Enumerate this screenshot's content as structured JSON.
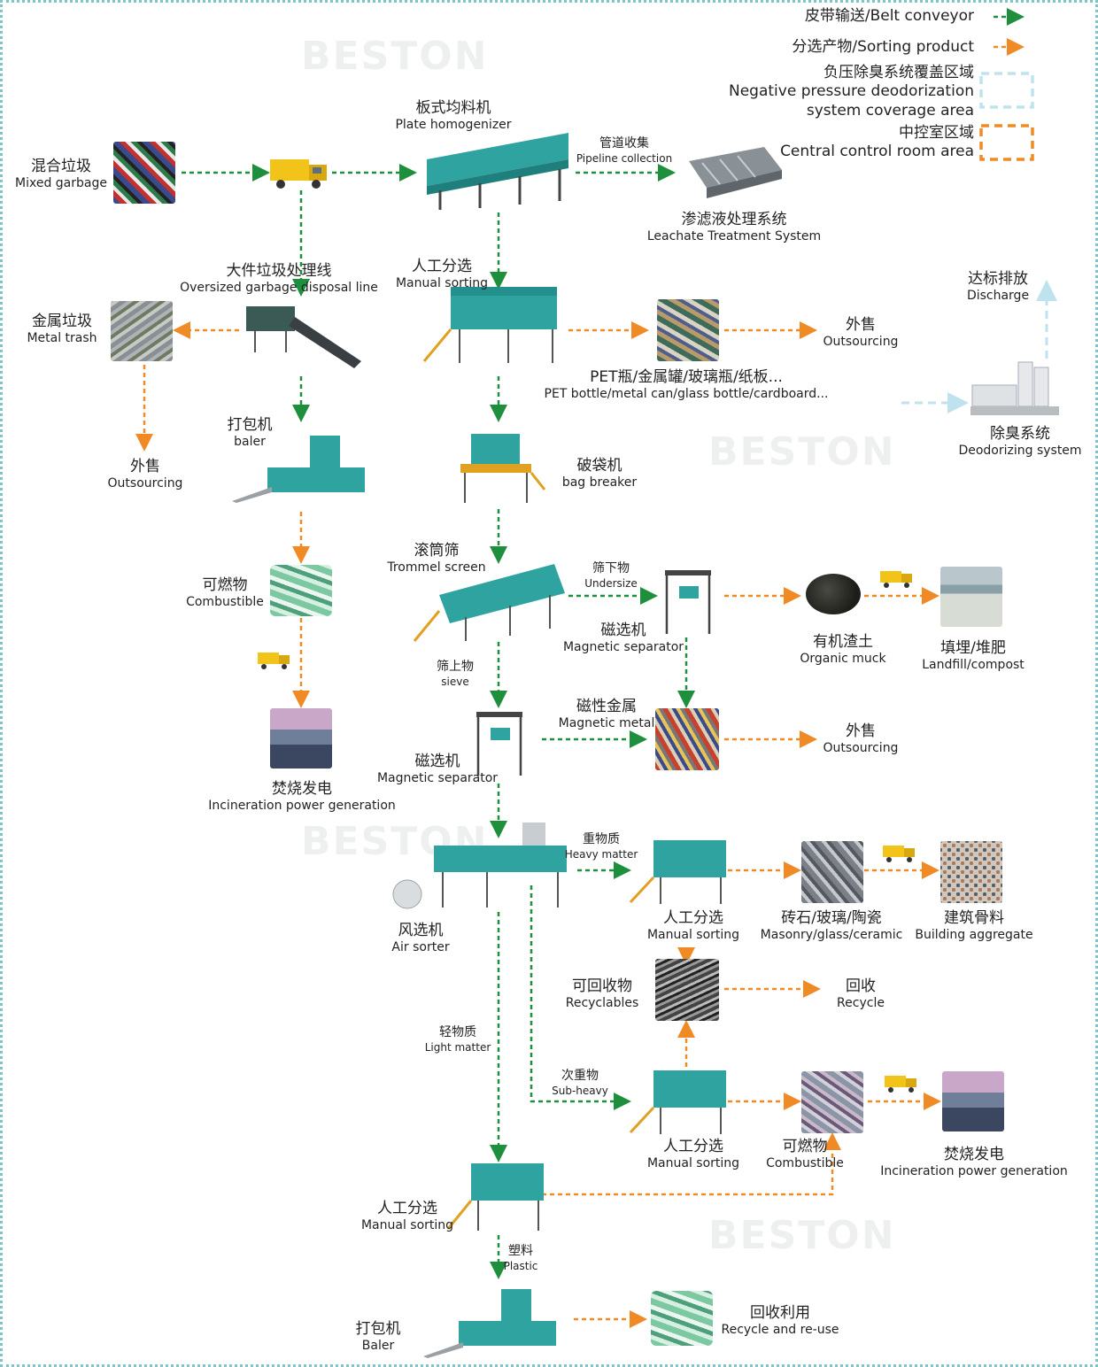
{
  "legend": {
    "belt": "皮带输送/Belt conveyor",
    "sorting": "分选产物/Sorting product",
    "negative_zh": "负压除臭系统覆盖区域",
    "negative_en1": "Negative pressure deodorization",
    "negative_en2": "system coverage area",
    "control_zh": "中控室区域",
    "control_en": "Central control room area"
  },
  "watermark": "BESTON",
  "nodes": {
    "mixed_garbage": {
      "zh": "混合垃圾",
      "en": "Mixed garbage"
    },
    "plate_homogenizer": {
      "zh": "板式均料机",
      "en": "Plate homogenizer"
    },
    "pipeline": {
      "zh": "管道收集",
      "en": "Pipeline collection"
    },
    "leachate": {
      "zh": "渗滤液处理系统",
      "en": "Leachate Treatment System"
    },
    "oversized": {
      "zh": "大件垃圾处理线",
      "en": "Oversized garbage disposal line"
    },
    "manual1": {
      "zh": "人工分选",
      "en": "Manual sorting"
    },
    "metal_trash": {
      "zh": "金属垃圾",
      "en": "Metal trash"
    },
    "pet": {
      "zh": "PET瓶/金属罐/玻璃瓶/纸板...",
      "en": "PET bottle/metal can/glass bottle/cardboard..."
    },
    "outsourcing1": {
      "zh": "外售",
      "en": "Outsourcing"
    },
    "discharge": {
      "zh": "达标排放",
      "en": "Discharge"
    },
    "deodorizing": {
      "zh": "除臭系统",
      "en": "Deodorizing system"
    },
    "baler1": {
      "zh": "打包机",
      "en": "baler"
    },
    "outsourcing_left": {
      "zh": "外售",
      "en": "Outsourcing"
    },
    "bag_breaker": {
      "zh": "破袋机",
      "en": "bag breaker"
    },
    "combustible_left": {
      "zh": "可燃物",
      "en": "Combustible"
    },
    "trommel": {
      "zh": "滚筒筛",
      "en": "Trommel screen"
    },
    "undersize": {
      "zh": "筛下物",
      "en": "Undersize"
    },
    "mag_sep1": {
      "zh": "磁选机",
      "en": "Magnetic separator"
    },
    "organic": {
      "zh": "有机渣土",
      "en": "Organic muck"
    },
    "landfill": {
      "zh": "填埋/堆肥",
      "en": "Landfill/compost"
    },
    "sieve": {
      "zh": "筛上物",
      "en": "sieve"
    },
    "magnetic_metal": {
      "zh": "磁性金属",
      "en": "Magnetic metal"
    },
    "outsourcing2": {
      "zh": "外售",
      "en": "Outsourcing"
    },
    "incineration_left": {
      "zh": "焚烧发电",
      "en": "Incineration power generation"
    },
    "mag_sep2": {
      "zh": "磁选机",
      "en": "Magnetic separator"
    },
    "heavy": {
      "zh": "重物质",
      "en": "Heavy matter"
    },
    "air_sorter": {
      "zh": "风选机",
      "en": "Air sorter"
    },
    "manual2": {
      "zh": "人工分选",
      "en": "Manual sorting"
    },
    "masonry": {
      "zh": "砖石/玻璃/陶瓷",
      "en": "Masonry/glass/ceramic"
    },
    "aggregate": {
      "zh": "建筑骨料",
      "en": "Building aggregate"
    },
    "recyclables": {
      "zh": "可回收物",
      "en": "Recyclables"
    },
    "recycle": {
      "zh": "回收",
      "en": "Recycle"
    },
    "light": {
      "zh": "轻物质",
      "en": "Light matter"
    },
    "subheavy": {
      "zh": "次重物",
      "en": "Sub-heavy"
    },
    "manual3": {
      "zh": "人工分选",
      "en": "Manual sorting"
    },
    "combustible_right": {
      "zh": "可燃物",
      "en": "Combustible"
    },
    "incineration_right": {
      "zh": "焚烧发电",
      "en": "Incineration power generation"
    },
    "manual4": {
      "zh": "人工分选",
      "en": "Manual sorting"
    },
    "plastic": {
      "zh": "塑料",
      "en": "Plastic"
    },
    "baler2": {
      "zh": "打包机",
      "en": "Baler"
    },
    "reuse": {
      "zh": "回收利用",
      "en": "Recycle and re-use"
    }
  },
  "colors": {
    "belt": "#1e8f3c",
    "sorting": "#f08a24",
    "deodor": "#bfe3ee",
    "machine": "#2ea3a0",
    "frame": "#7ec6c6"
  }
}
